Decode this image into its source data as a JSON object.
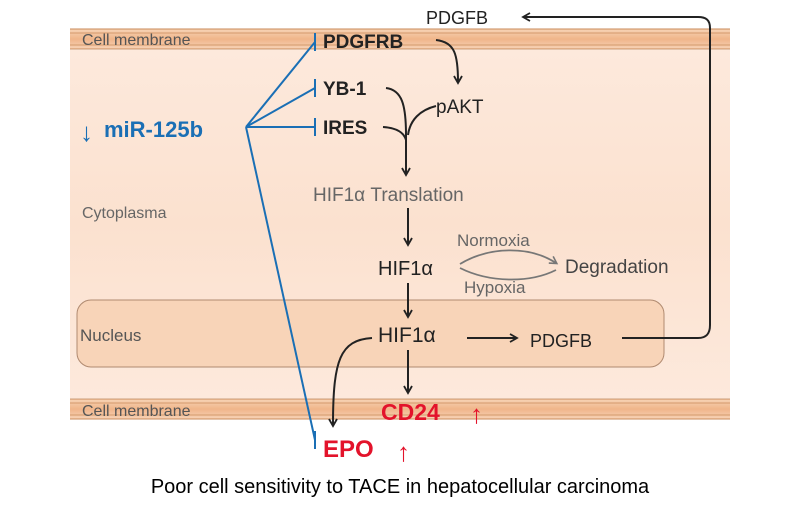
{
  "regions": {
    "membrane_top": "Cell membrane",
    "cytoplasm": "Cytoplasma",
    "nucleus": "Nucleus",
    "membrane_bottom": "Cell membrane"
  },
  "nodes": {
    "mir": "miR-125b",
    "mir_arrow": "↓",
    "pdgfrb": "PDGFRB",
    "pdgfb_top": "PDGFB",
    "yb1": "YB-1",
    "pakt": "pAKT",
    "ires": "IRES",
    "translation": "HIF1α Translation",
    "hif1a_cyto": "HIF1α",
    "normoxia": "Normoxia",
    "hypoxia": "Hypoxia",
    "degradation": "Degradation",
    "hif1a_nuc": "HIF1α",
    "pdgfb_nuc": "PDGFB",
    "cd24": "CD24",
    "cd24_arrow": "↑",
    "epo": "EPO",
    "epo_arrow": "↑"
  },
  "caption": "Poor cell sensitivity to TACE in hepatocellular carcinoma",
  "colors": {
    "membrane": "#f5c9a8",
    "membrane_line": "#c98a5a",
    "cytoplasm": "#fbe6d8",
    "nucleus": "#f7d2b6",
    "blue": "#1a6fb5",
    "red": "#e3132b",
    "gray_text": "#666666",
    "arrow": "#222222"
  }
}
